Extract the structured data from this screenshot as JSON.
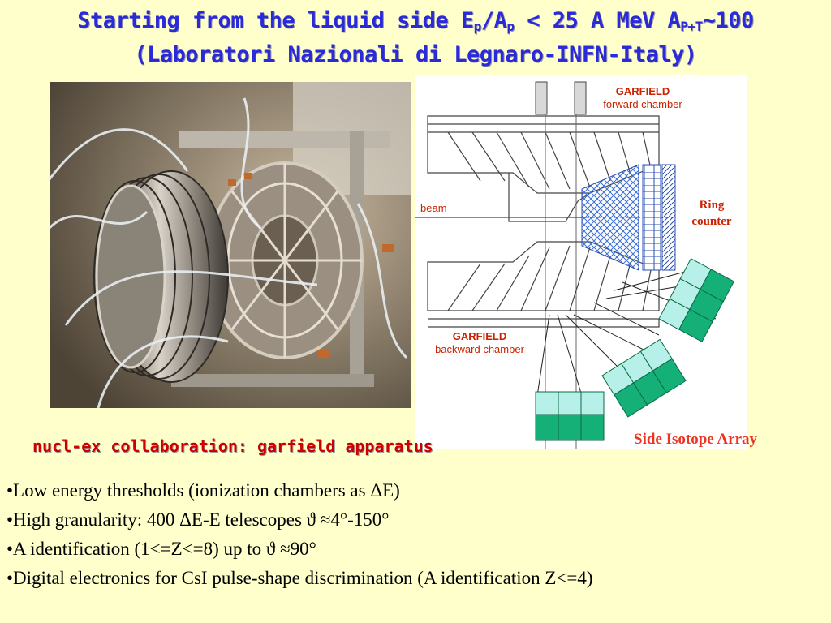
{
  "title": {
    "line1_a": "Starting from the liquid side E",
    "line1_sub1": "p",
    "line1_b": "/A",
    "line1_sub2": "p",
    "line1_c": " < 25 A MeV  A",
    "line1_sub3": "P+T",
    "line1_d": "~100",
    "line2": "(Laboratori Nazionali di Legnaro-INFN-Italy)"
  },
  "diagram": {
    "forward_label_1": "GARFIELD",
    "forward_label_2": "forward chamber",
    "beam_label": "beam",
    "ring_label_1": "Ring",
    "ring_label_2": "counter",
    "backward_label_1": "GARFIELD",
    "backward_label_2": "backward chamber"
  },
  "caption": "nucl-ex collaboration: garfield apparatus",
  "side_array_label": "Side Isotope Array",
  "bullets": [
    "•Low energy thresholds (ionization chambers as ΔE)",
    "•High granularity: 400 ΔE-E telescopes ϑ ≈4°-150°",
    "•A identification  (1<=Z<=8) up to ϑ ≈90°",
    "•Digital electronics for CsI pulse-shape discrimination (A identification  Z<=4)"
  ],
  "colors": {
    "background": "#ffffcc",
    "title": "#2a2adb",
    "caption": "#cc0000",
    "diagram_label": "#cc2200",
    "telescope_light": "#b7f0e8",
    "telescope_dark": "#15b077"
  }
}
